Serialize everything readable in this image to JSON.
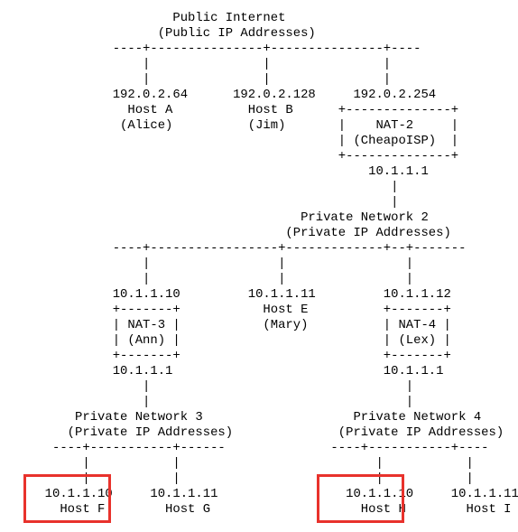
{
  "diagram": {
    "lines": [
      "                      Public Internet",
      "                    (Public IP Addresses)",
      "              ----+---------------+---------------+----",
      "                  |               |               |",
      "                  |               |               |",
      "              192.0.2.64      192.0.2.128     192.0.2.254",
      "                Host A          Host B      +--------------+",
      "               (Alice)          (Jim)       |    NAT-2     |",
      "                                            | (CheapoISP)  |",
      "                                            +--------------+",
      "                                                10.1.1.1",
      "                                                   |",
      "                                                   |",
      "                                       Private Network 2",
      "                                     (Private IP Addresses)",
      "              ----+-----------------+-------------+--+-------",
      "                  |                 |                |",
      "                  |                 |                |",
      "              10.1.1.10         10.1.1.11         10.1.1.12",
      "              +-------+           Host E          +-------+",
      "              | NAT-3 |           (Mary)          | NAT-4 |",
      "              | (Ann) |                           | (Lex) |",
      "              +-------+                           +-------+",
      "              10.1.1.1                            10.1.1.1",
      "                  |                                  |",
      "                  |                                  |",
      "         Private Network 3                    Private Network 4",
      "        (Private IP Addresses)              (Private IP Addresses)",
      "      ----+-----------+------              ----+-----------+----",
      "          |           |                          |           |",
      "          |           |                          |           |",
      "     10.1.1.10     10.1.1.11                 10.1.1.10     10.1.1.11",
      "       Host F        Host G                    Host H        Host I"
    ],
    "highlighted": [
      "Host F",
      "Host H"
    ]
  }
}
